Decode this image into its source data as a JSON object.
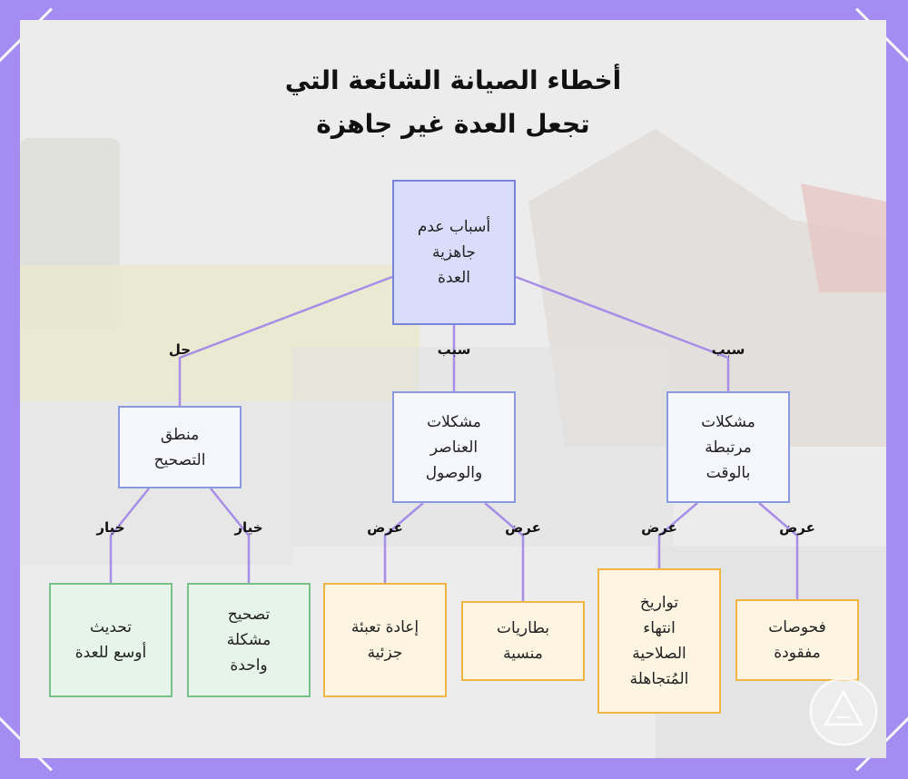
{
  "title": {
    "line1": "أخطاء الصيانة الشائعة التي",
    "line2": "تجعل العدة غير جاهزة"
  },
  "nodes": {
    "root": "أسباب عدم\nجاهزية\nالعدة",
    "correction_logic": "منطق\nالتصحيح",
    "items_access": "مشكلات\nالعناصر\nوالوصول",
    "time_related": "مشكلات\nمرتبطة\nبالوقت",
    "broader_update": "تحديث\nأوسع للعدة",
    "single_fix": "تصحيح\nمشكلة\nواحدة",
    "partial_refill": "إعادة تعبئة\nجزئية",
    "forgotten_batteries": "بطاريات\nمنسية",
    "ignored_expiry": "تواريخ\nانتهاء\nالصلاحية\nالمُتجاهلة",
    "missed_checks": "فحوصات\nمفقودة"
  },
  "edge_labels": {
    "solution": "حل",
    "cause_mid": "سبب",
    "cause_right": "سبب",
    "option_left": "خيار",
    "option_right": "خيار",
    "display_1": "عرض",
    "display_2": "عرض",
    "display_3": "عرض",
    "display_4": "عرض"
  },
  "colors": {
    "frame": "#a48cf2",
    "edge": "#a78ee6",
    "root_fill": "#d9dcfb",
    "option_fill": "#e7f4e9",
    "display_fill": "#fdf4e2"
  }
}
